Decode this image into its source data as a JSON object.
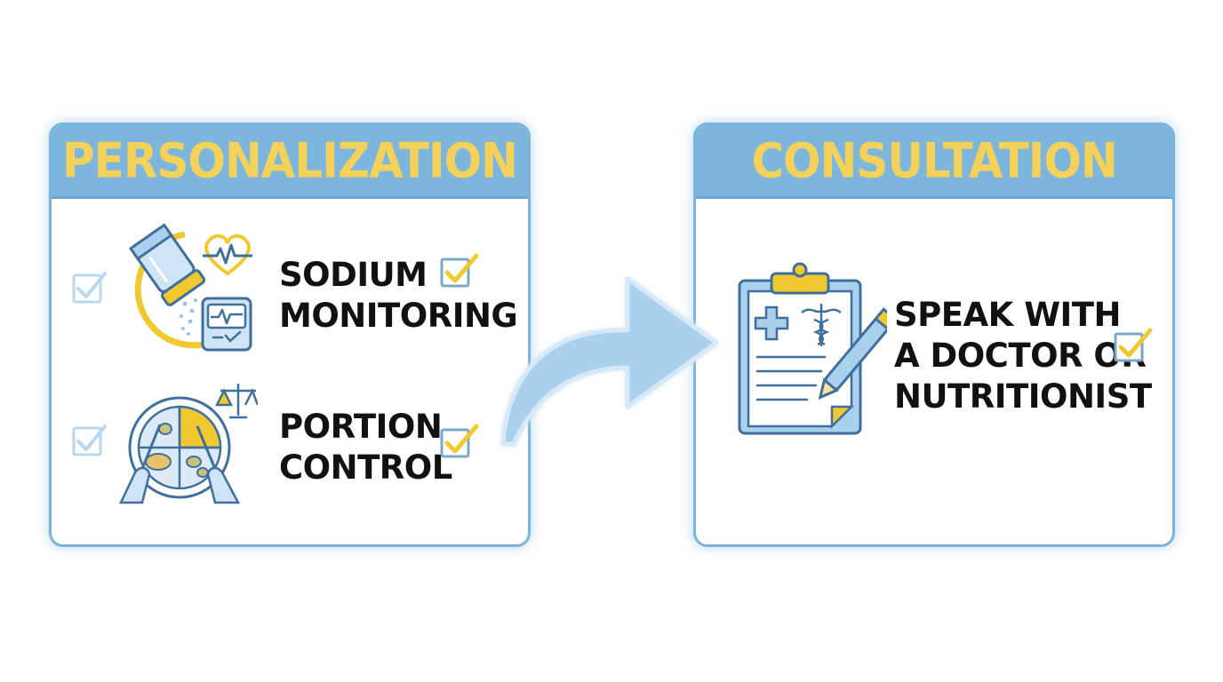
{
  "panels": {
    "personalization": {
      "title": "PERSONALIZATION",
      "items": [
        {
          "line1": "SODIUM",
          "line2": "MONITORING",
          "icon": "salt-shaker-heart-monitor-icon"
        },
        {
          "line1": "PORTION",
          "line2": "CONTROL",
          "icon": "plate-scale-icon"
        }
      ]
    },
    "consultation": {
      "title": "CONSULTATION",
      "items": [
        {
          "line1": "SPEAK WITH",
          "line2": "A DOCTOR OR",
          "line3": "NUTRITIONIST",
          "icon": "medical-clipboard-icon"
        }
      ]
    }
  },
  "colors": {
    "header_blue": "#7db6dd",
    "title_yellow": "#f3d15a",
    "outline_blue": "#3f6f9a",
    "light_blue": "#a9d0ec",
    "check_yellow": "#f0c930",
    "faded_check": "#b9d7ee"
  },
  "connector": {
    "icon": "curved-arrow-icon",
    "direction": "left-to-right"
  }
}
